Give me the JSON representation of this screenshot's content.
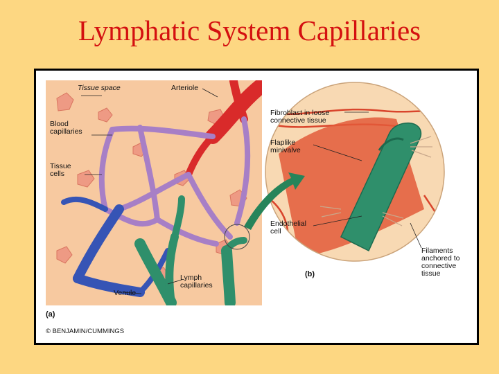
{
  "slide": {
    "title": "Lymphatic System Capillaries"
  },
  "figure": {
    "labels": {
      "tissue_space": "Tissue space",
      "arteriole": "Arteriole",
      "blood_capillaries_1": "Blood",
      "blood_capillaries_2": "capillaries",
      "tissue_cells_1": "Tissue",
      "tissue_cells_2": "cells",
      "venule": "Venule",
      "lymph_capillaries_1": "Lymph",
      "lymph_capillaries_2": "capillaries",
      "fibroblast_1": "Fibroblast in loose",
      "fibroblast_2": "connective tissue",
      "flaplike_1": "Flaplike",
      "flaplike_2": "minivalve",
      "endothelial_1": "Endothelial",
      "endothelial_2": "cell",
      "filaments_1": "Filaments",
      "filaments_2": "anchored to",
      "filaments_3": "connective",
      "filaments_4": "tissue",
      "panel_a": "(a)",
      "panel_b": "(b)",
      "copyright": "© BENJAMIN/CUMMINGS"
    },
    "colors": {
      "slide_background": "#fdd782",
      "title": "#d41010",
      "tissue_background": "#f7c9a0",
      "artery": "#d92a2a",
      "capillary": "#a77fc6",
      "vein": "#3654b5",
      "lymph": "#2f8f6b",
      "arrow": "#26845a"
    }
  }
}
